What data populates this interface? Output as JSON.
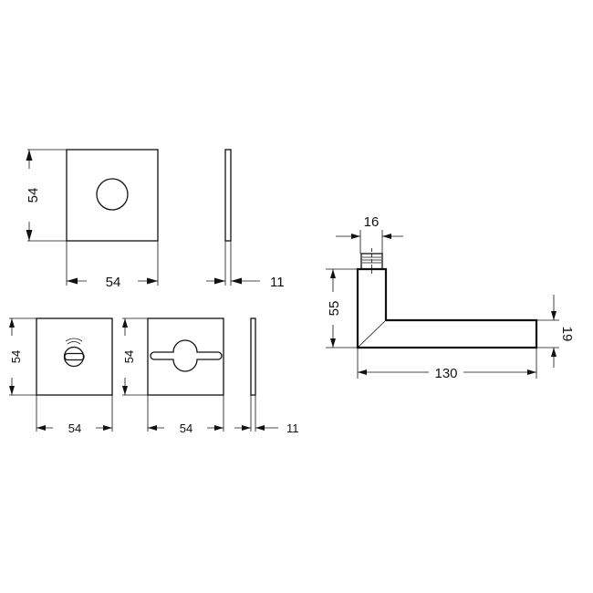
{
  "drawing": {
    "rosette": {
      "height": "54",
      "width": "54",
      "thickness": "11"
    },
    "thumbturn_rose": {
      "height": "54",
      "width": "54"
    },
    "release_rose": {
      "height": "54",
      "width": "54",
      "thickness": "11"
    },
    "lever": {
      "spindle_width": "16",
      "height": "55",
      "length": "130",
      "grip_height": "19"
    }
  },
  "colors": {
    "line": "#111111",
    "background": "#ffffff"
  }
}
